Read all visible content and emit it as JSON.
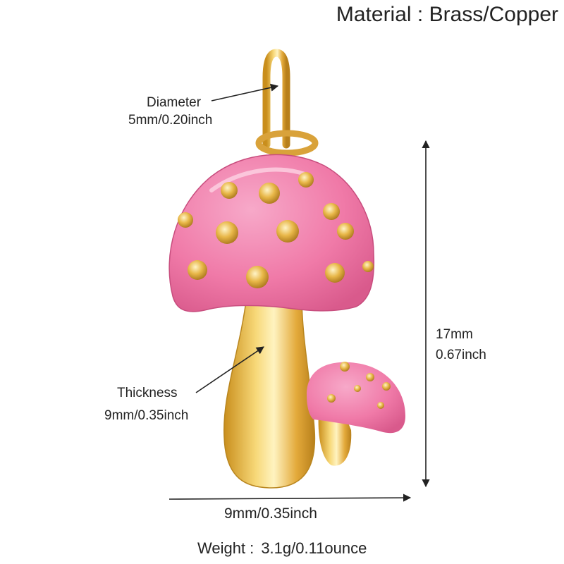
{
  "title": "Material : Brass/Copper",
  "diameter": {
    "label": "Diameter",
    "value": "5mm/0.20inch"
  },
  "thickness": {
    "label": "Thickness",
    "value": "9mm/0.35inch"
  },
  "height": {
    "mm": "17mm",
    "inch": "0.67inch"
  },
  "width": {
    "value": "9mm/0.35inch"
  },
  "weight": {
    "label": "Weight :",
    "value": "3.1g/0.11ounce"
  },
  "colors": {
    "enamel": "#f07aa8",
    "gold": "#e7b43f",
    "arrow": "#222222"
  },
  "product": "mushroom-pendant-icon"
}
